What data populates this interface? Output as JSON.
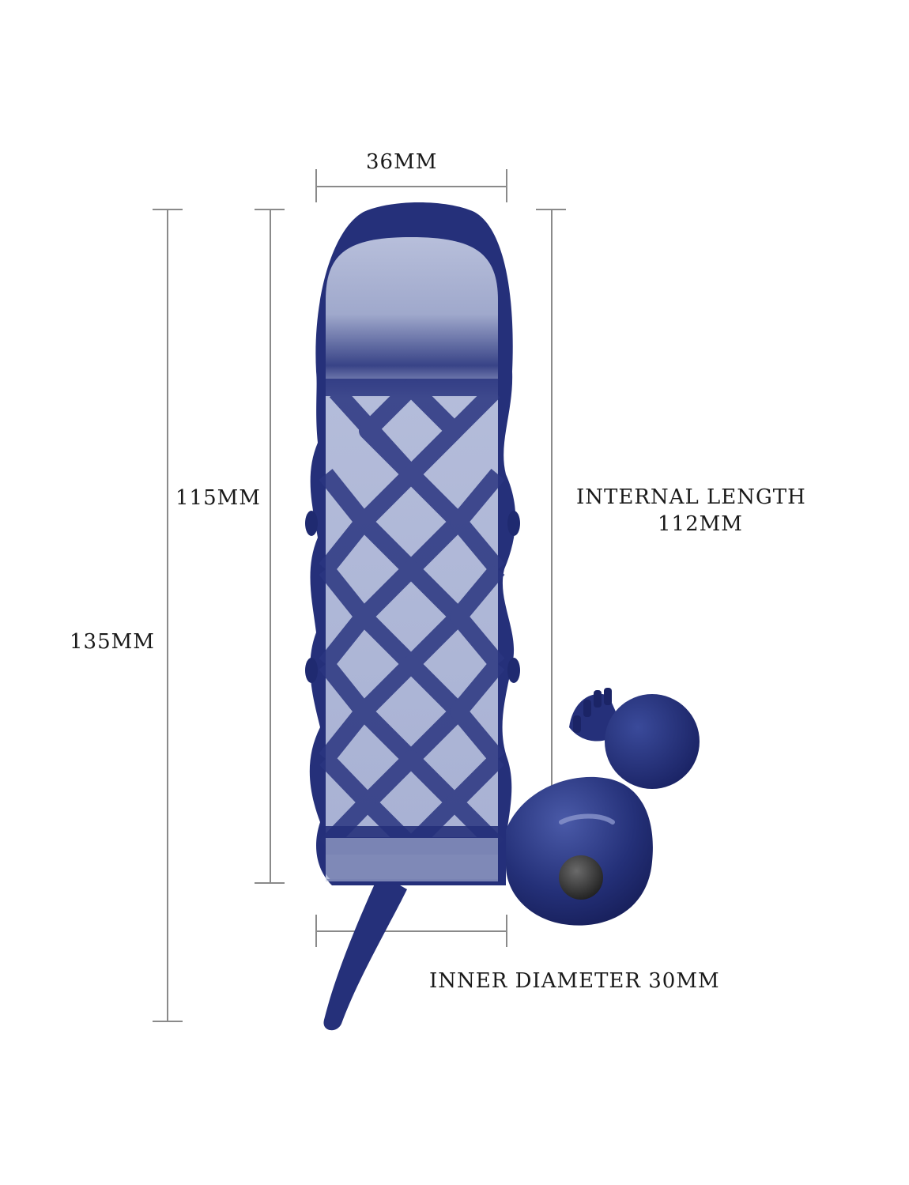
{
  "colors": {
    "background": "#ffffff",
    "product_blue": "#25307a",
    "product_blue_dark": "#1b2466",
    "sleeve_clear": "#c9d0e6",
    "dimension_line": "#8a8a8a",
    "label_text": "#1a1a1a",
    "bullet": "#2b2b2b"
  },
  "dimensions": {
    "top_width": "36MM",
    "shaft_length": "115MM",
    "total_length": "135MM",
    "internal_length_line1": "INTERNAL LENGTH",
    "internal_length_line2": "112MM",
    "inner_diameter": "INNER DIAMETER 30MM"
  }
}
